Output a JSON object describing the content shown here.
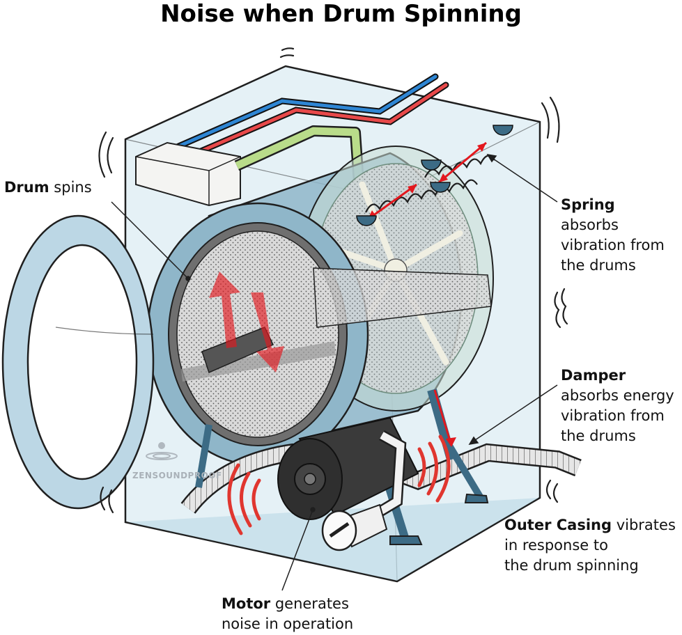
{
  "title": "Noise when Drum Spinning",
  "watermark": "ZENSOUNDPROOF",
  "colors": {
    "casing": "#bfdbe8",
    "casing_stroke": "#1f1f1f",
    "drum": "#8fb6c9",
    "cold_pipe": "#2e86d4",
    "hot_pipe": "#e8494a",
    "green_pipe": "#b9dc8a",
    "arrow_red": "#e3181e",
    "noise_red": "#e0362f",
    "motor": "#3a3a3a"
  },
  "labels": {
    "drum": {
      "bold": "Drum",
      "rest": " spins"
    },
    "spring": {
      "bold": "Spring",
      "lines": [
        "absorbs",
        "vibration from",
        "the drums"
      ]
    },
    "damper": {
      "bold": "Damper",
      "lines": [
        "absorbs energy",
        "vibration from",
        "the drums"
      ]
    },
    "casing": {
      "bold": "Outer Casing",
      "rest": " vibrates",
      "lines": [
        "in response to",
        "the drum spinning"
      ]
    },
    "motor": {
      "bold": "Motor",
      "rest": " generates",
      "lines": [
        "noise in operation"
      ]
    }
  }
}
